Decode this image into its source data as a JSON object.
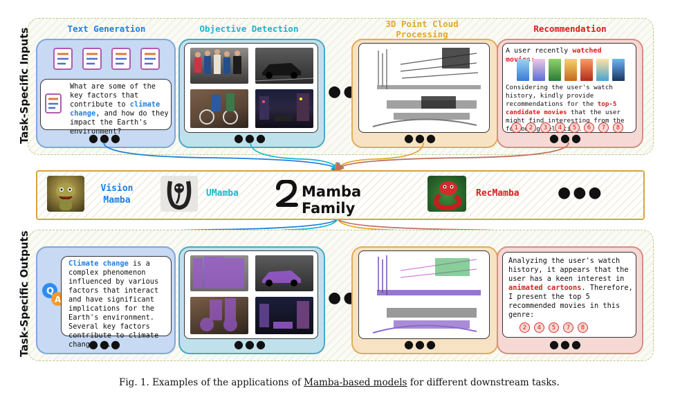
{
  "side_labels": {
    "inputs": "Task-Specific Inputs",
    "outputs": "Task-Specific Outputs"
  },
  "columns": {
    "text_generation": {
      "title": "Text Generation",
      "color": "#1e7fe0"
    },
    "objective_detection": {
      "title": "Objective Detection",
      "color": "#19b6c9"
    },
    "point_cloud": {
      "title": "3D Point Cloud\nProcessing",
      "color": "#e3a726"
    },
    "recommendation": {
      "title": "Recommendation",
      "color": "#d81d1d"
    }
  },
  "inputs": {
    "text_generation": {
      "q_before": "What are some of the key factors that contribute to ",
      "q_highlight": "climate change",
      "q_after": ", and how do they impact the Earth's environment?"
    },
    "recommendation": {
      "line1_before": "A user recently ",
      "line1_highlight": "watched movies:",
      "body_before": "Considering the user's watch history, kindly provide recommendations for the ",
      "body_highlight": "top-5 candidate movies",
      "body_after": " that the user might find interesting from the following selection.",
      "candidates": [
        "1",
        "2",
        "3",
        "4",
        "5",
        "6",
        "7",
        "8"
      ]
    }
  },
  "family": {
    "title": "Mamba Family",
    "models": [
      "Vision\nMamba",
      "UMamba",
      "RecMamba"
    ],
    "model_colors": [
      "#1e7fe0",
      "#19b6c9",
      "#d81d1d"
    ],
    "more": "●●●"
  },
  "outputs": {
    "text_generation": {
      "a_highlight": "Climate change",
      "a_after": " is a complex phenomenon influenced by various factors that interact and have significant implications for the Earth's environment. Several key factors contribute to climate change ..."
    },
    "recommendation": {
      "before": "Analyzing the user's watch history, it appears that the user has a keen interest in ",
      "highlight": "animated cartoons",
      "after": ". Therefore, I present the top 5 recommended movies in this genre:",
      "picks": [
        "2",
        "4",
        "5",
        "7",
        "8"
      ]
    }
  },
  "ellipsis": "●●●",
  "caption": {
    "before": "Fig. 1.  Examples of the applications of ",
    "underlined": "Mamba-based models",
    "after": " for different downstream tasks."
  }
}
